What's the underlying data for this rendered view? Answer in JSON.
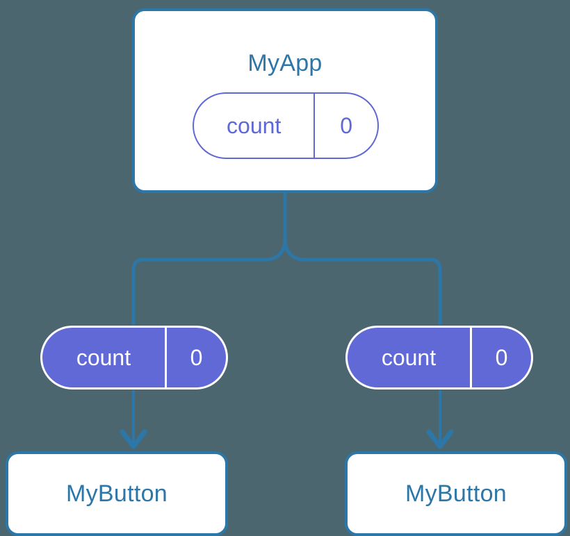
{
  "diagram": {
    "type": "component-state-tree",
    "background_color": "#4c666f",
    "accent_blue": "#2d77a8",
    "accent_purple": "#6069d6",
    "root": {
      "title": "MyApp",
      "state": {
        "key": "count",
        "value": "0"
      }
    },
    "children": [
      {
        "state": {
          "key": "count",
          "value": "0"
        },
        "leaf": {
          "title": "MyButton"
        }
      },
      {
        "state": {
          "key": "count",
          "value": "0"
        },
        "leaf": {
          "title": "MyButton"
        }
      }
    ]
  }
}
